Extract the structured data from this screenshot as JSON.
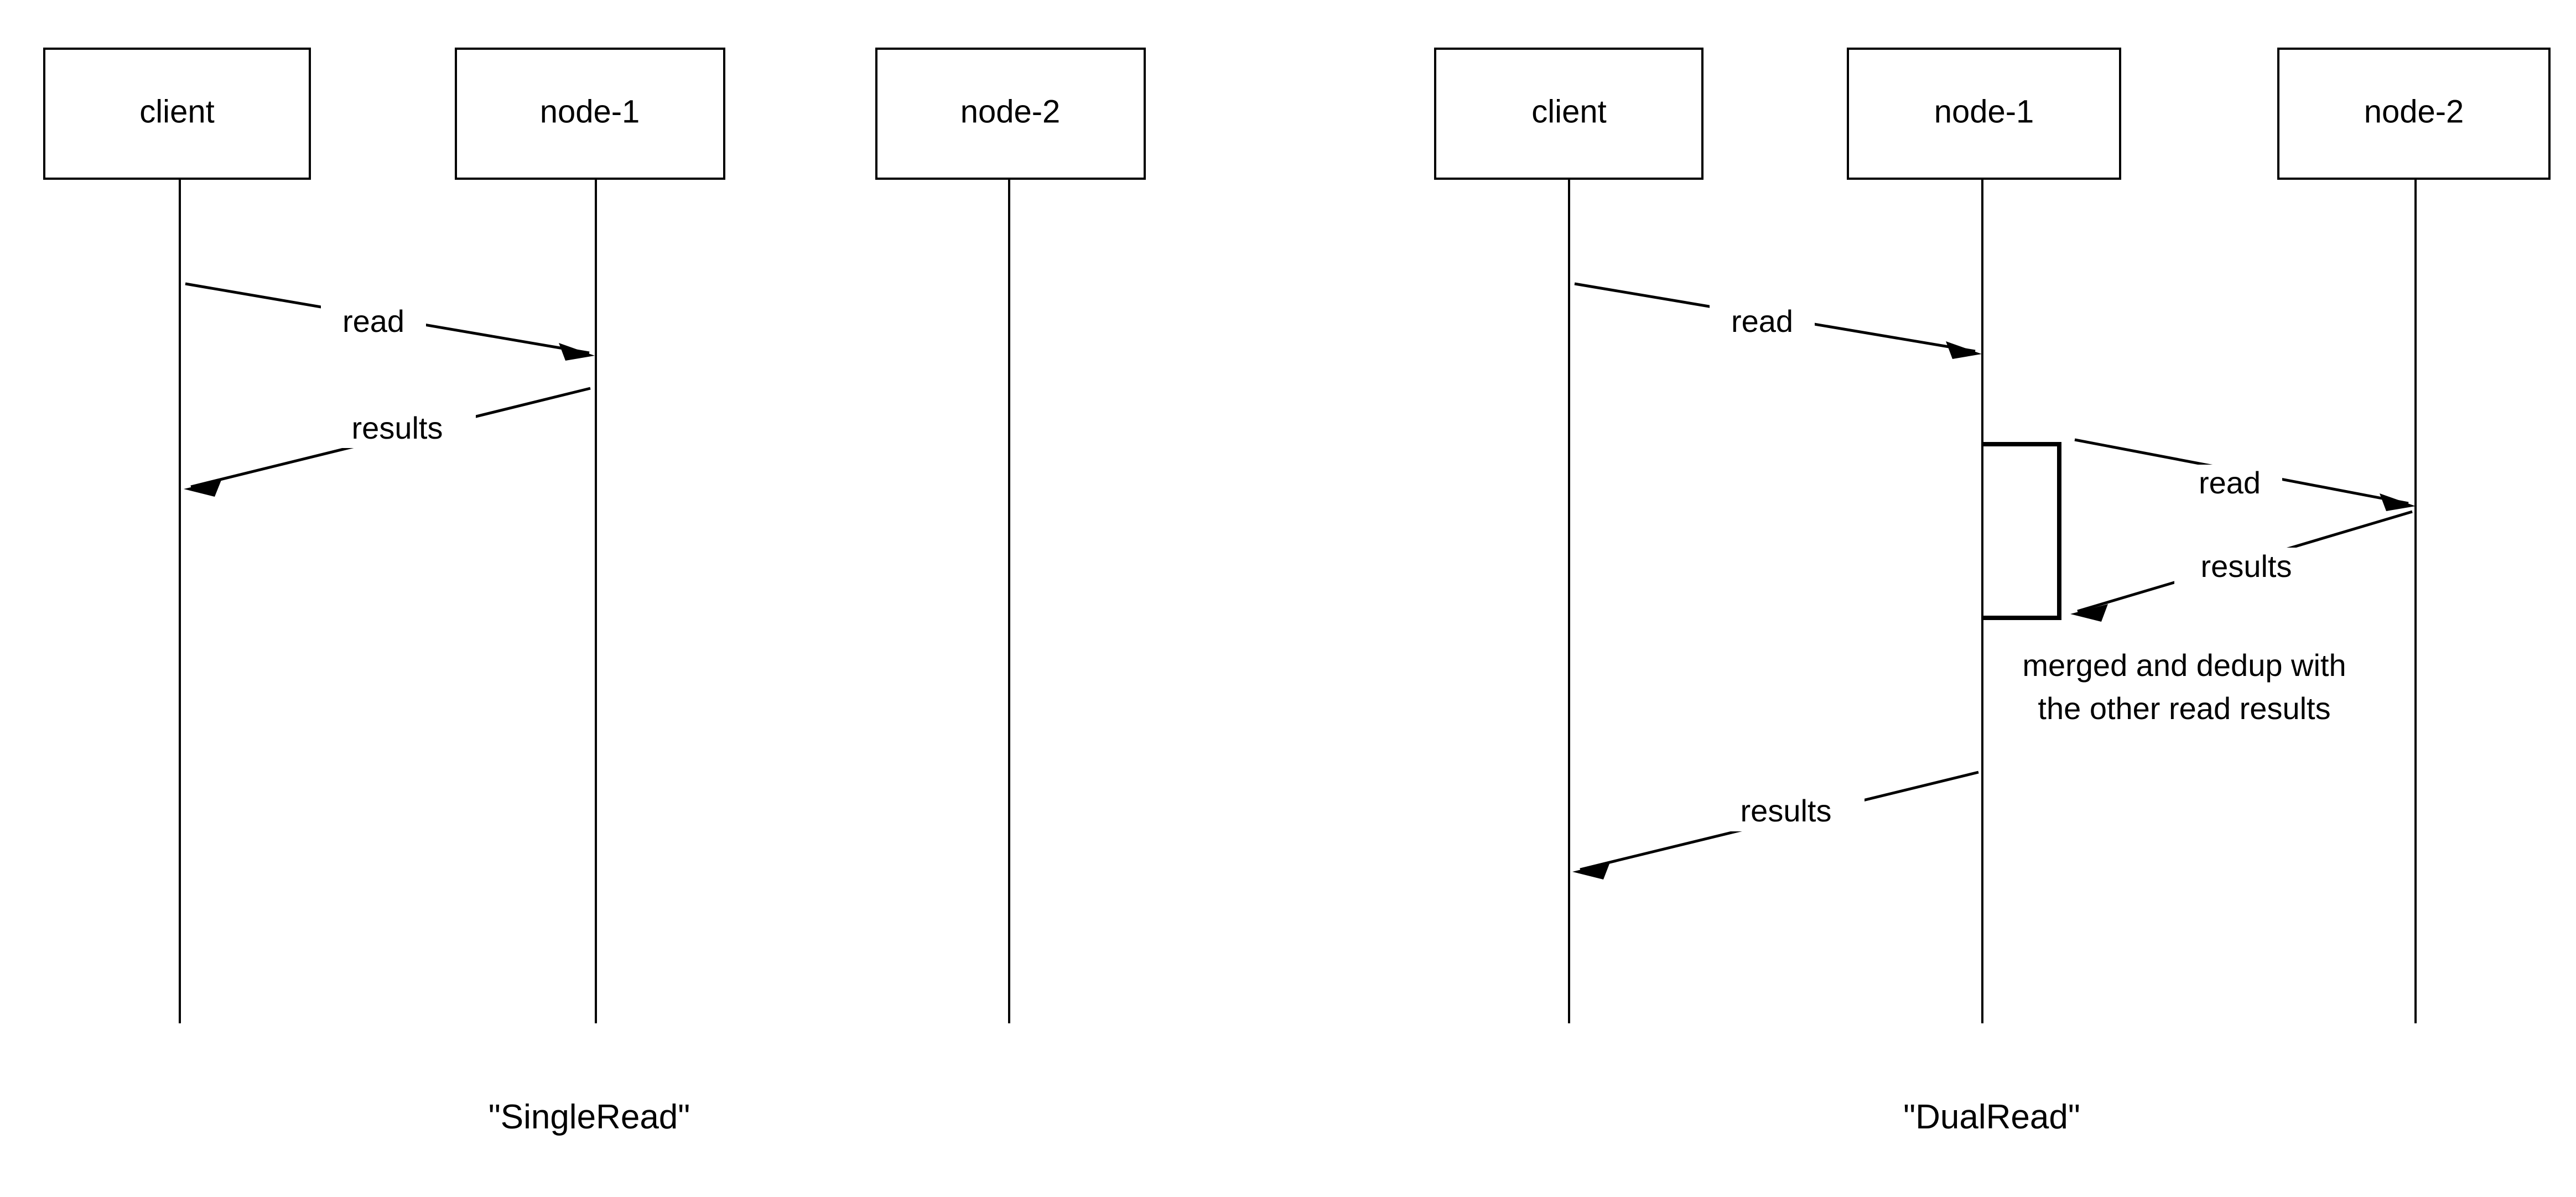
{
  "figure": {
    "type": "uml-sequence-diagram-pair",
    "background_color": "#ffffff",
    "stroke_color": "#000000"
  },
  "diagrams": [
    {
      "id": "single-read",
      "caption": "\"SingleRead\"",
      "participants": [
        {
          "id": "client",
          "label": "client"
        },
        {
          "id": "node-1",
          "label": "node-1"
        },
        {
          "id": "node-2",
          "label": "node-2"
        }
      ],
      "messages": [
        {
          "id": "m1",
          "label": "read",
          "from": "client",
          "to": "node-1",
          "direction": "right"
        },
        {
          "id": "m2",
          "label": "results",
          "from": "node-1",
          "to": "client",
          "direction": "left"
        }
      ],
      "activations": [],
      "notes": []
    },
    {
      "id": "dual-read",
      "caption": "\"DualRead\"",
      "participants": [
        {
          "id": "client",
          "label": "client"
        },
        {
          "id": "node-1",
          "label": "node-1"
        },
        {
          "id": "node-2",
          "label": "node-2"
        }
      ],
      "messages": [
        {
          "id": "m1",
          "label": "read",
          "from": "client",
          "to": "node-1",
          "direction": "right"
        },
        {
          "id": "m2",
          "label": "read",
          "from": "node-1",
          "to": "node-2",
          "direction": "right"
        },
        {
          "id": "m3",
          "label": "results",
          "from": "node-2",
          "to": "node-1",
          "direction": "left"
        },
        {
          "id": "m4",
          "label": "results",
          "from": "node-1",
          "to": "client",
          "direction": "left"
        }
      ],
      "activations": [
        {
          "id": "a1",
          "on": "node-1"
        }
      ],
      "notes": [
        {
          "id": "n1",
          "on": "node-1",
          "lines": [
            "merged and dedup with",
            "the other read results"
          ]
        }
      ]
    }
  ]
}
